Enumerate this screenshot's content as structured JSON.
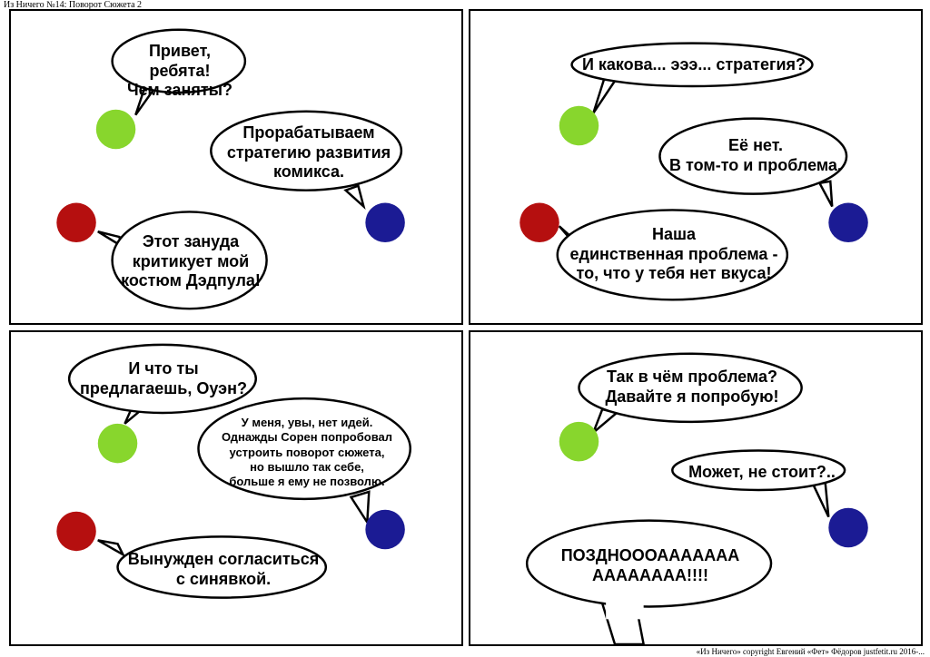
{
  "header": "Из Ничего №14: Поворот Сюжета 2",
  "footer": "«Из Ничего» copyright Евгений «Фет» Фёдоров justfetit.ru 2016-...",
  "colors": {
    "green": "#88d62d",
    "red": "#b50f0f",
    "blue": "#1b1b94"
  },
  "panel1": {
    "green": "Привет, ребята!\nЧем заняты?",
    "blue": "Прорабатываем\nстратегию развития\nкомикса.",
    "red": "Этот зануда\nкритикует мой\nкостюм Дэдпула!"
  },
  "panel2": {
    "green": "И какова... эээ... стратегия?",
    "blue": "Её нет.\nВ том-то и проблема.",
    "red": "Наша\nединственная проблема -\nто, что у тебя нет вкуса!"
  },
  "panel3": {
    "green": "И что ты\nпредлагаешь, Оуэн?",
    "blue": "У меня, увы, нет идей.\nОднажды Сорен попробовал\nустроить поворот сюжета,\nно вышло так себе,\nбольше я ему не позволю.",
    "red": "Вынужден согласиться\nс синявкой."
  },
  "panel4": {
    "green": "Так в чём проблема?\nДавайте я попробую!",
    "blue": "Может, не стоит?..",
    "shout": "ПОЗДНОООААААААА\nАААААААА!!!!"
  }
}
